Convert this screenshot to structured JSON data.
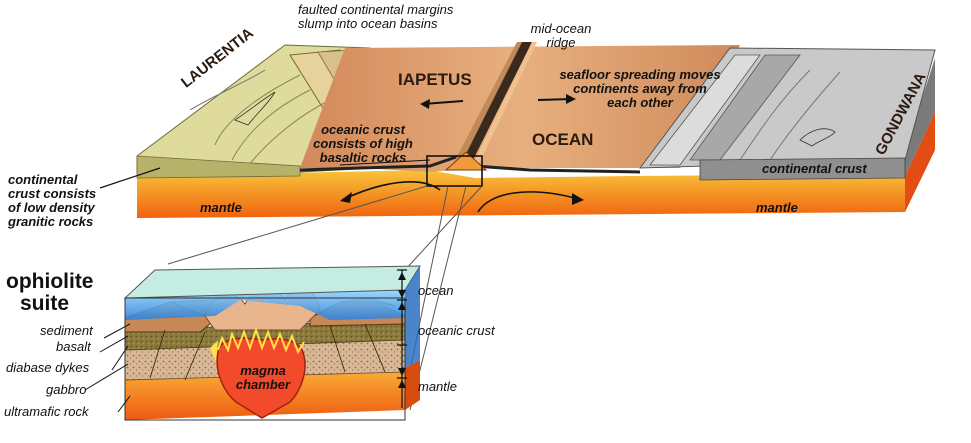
{
  "labels": {
    "faulted_margins": [
      "faulted continental margins",
      "slump into ocean basins"
    ],
    "mid_ocean_ridge": [
      "mid-ocean",
      "ridge"
    ],
    "seafloor_spreading": [
      "seafloor spreading moves",
      "continents away from",
      "each other"
    ],
    "oceanic_crust_note": [
      "oceanic crust",
      "consists of high",
      "basaltic rocks"
    ],
    "continental_crust_note": [
      "continental",
      "crust consists",
      "of low density",
      "granitic rocks"
    ],
    "continental_crust": "continental crust",
    "mantle_left": "mantle",
    "mantle_right": "mantle",
    "laurentia": "LAURENTIA",
    "gondwana": "GONDWANA",
    "iapetus": "IAPETUS",
    "ocean": "OCEAN"
  },
  "inset": {
    "title": [
      "ophiolite",
      "suite"
    ],
    "layers_left": [
      "sediment",
      "basalt",
      "diabase dykes",
      "gabbro",
      "ultramafic rock"
    ],
    "layers_right": [
      "ocean",
      "oceanic crust",
      "mantle"
    ],
    "magma_chamber": [
      "magma",
      "chamber"
    ]
  },
  "colors": {
    "mantle_top": "#f6b52e",
    "mantle_bottom": "#f26a13",
    "laurentia": "#dedb9c",
    "gondwana": "#b9b9b9",
    "ocean_floor": "#d99860",
    "seawater": "#bfe9e0",
    "magma": "#f2402a"
  }
}
